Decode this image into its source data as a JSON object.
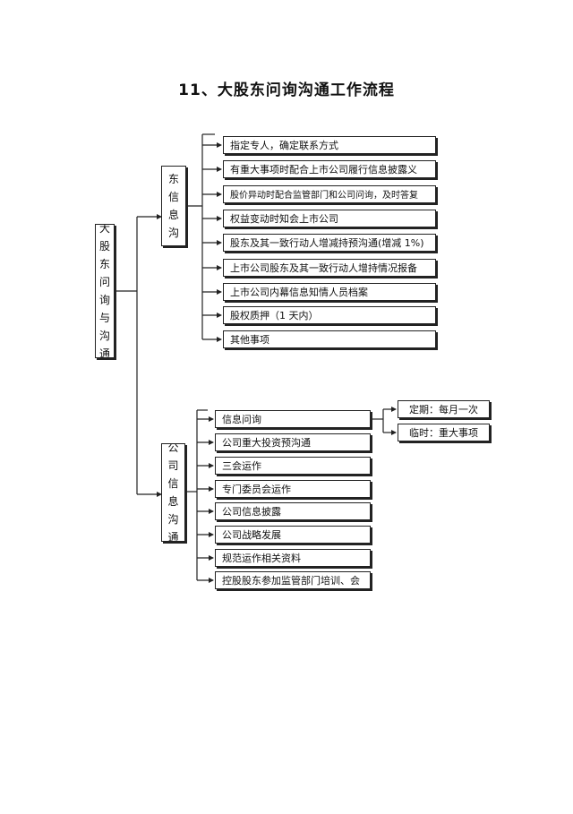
{
  "title": "11、大股东问询沟通工作流程",
  "root": "大股东问询与沟通",
  "groups": [
    {
      "label": "股东信息沟通",
      "items": [
        "指定专人，确定联系方式",
        "有重大事项时配合上市公司履行信息披露义",
        "股价异动时配合监管部门和公司问询，及时答复",
        "权益变动时知会上市公司",
        "股东及其一致行动人增减持预沟通(增减 1%)",
        "上市公司股东及其一致行动人增持情况报备",
        "上市公司内幕信息知情人员档案",
        "股权质押（1 天内）",
        "其他事项"
      ]
    },
    {
      "label": "公司信息沟通",
      "items": [
        "信息问询",
        "公司重大投资预沟通",
        "三会运作",
        "专门委员会运作",
        "公司信息披露",
        "公司战略发展",
        "规范运作相关资料",
        "控股股东参加监管部门培训、会"
      ],
      "subitems": [
        "定期：每月一次",
        "临时：重大事项"
      ]
    }
  ]
}
